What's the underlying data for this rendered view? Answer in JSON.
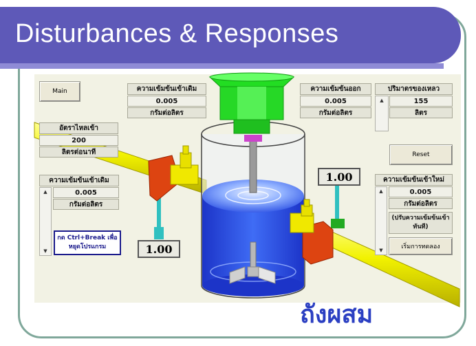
{
  "slide": {
    "title": "Disturbances & Responses",
    "tank_label": "ถังผสม"
  },
  "controls": {
    "main_button": "Main",
    "reset_button": "Reset",
    "start_button": "เริ่มการทดลอง",
    "note": "กด Ctrl+Break เพื่อหยุดโปรแกรม"
  },
  "inlet_flow": {
    "label": "อัตราไหลเข้า",
    "value": "200",
    "unit": "ลิตรต่อนาที"
  },
  "inlet_conc_top": {
    "label": "ความเข้มข้นเข้าเดิม",
    "value": "0.005",
    "unit": "กรัมต่อลิตร"
  },
  "inlet_conc_left": {
    "label": "ความเข้มข้นเข้าเดิม",
    "value": "0.005",
    "unit": "กรัมต่อลิตร"
  },
  "outlet_conc": {
    "label": "ความเข้มข้นออก",
    "value": "0.005",
    "unit": "กรัมต่อลิตร"
  },
  "volume": {
    "label": "ปริมาตรของเหลว",
    "value": "155",
    "unit": "ลิตร"
  },
  "new_inlet_conc": {
    "label": "ความเข้มข้นเข้าใหม่",
    "value": "0.005",
    "unit": "กรัมต่อลิตร",
    "adjust_label": "(ปรับความเข้มข้นเข้าทันที)"
  },
  "valve_readouts": {
    "inlet": "1.00",
    "outlet": "1.00"
  },
  "colors": {
    "title_bar": "#5e59b8",
    "pipe": "#f2f200",
    "liquid": "#2a4fe0",
    "motor": "#22dd22"
  }
}
